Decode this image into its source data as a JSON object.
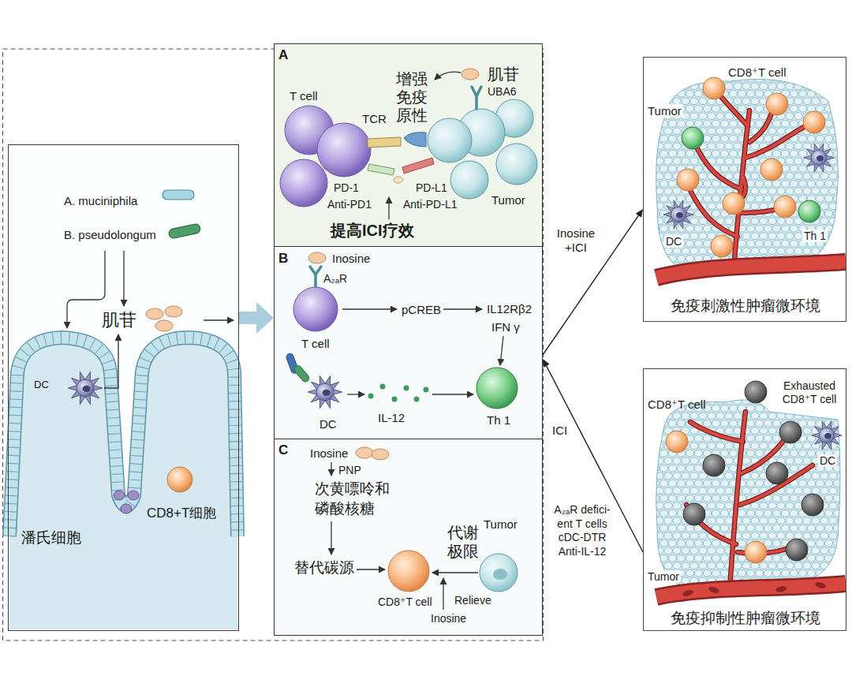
{
  "diagram": {
    "nodes": [
      {
        "text": [
          "A. muciniphila",
          "B. pseudolongum",
          "肌苷",
          "DC",
          "CD8+T细胞",
          "潘氏细胞"
        ]
      },
      {
        "text": [
          "A",
          "T cell",
          "TCR",
          "增强免疫原性",
          "肌苷",
          "UBA6",
          "PD-1",
          "PD-L1",
          "Anti-PD1",
          "Anti-PD-L1",
          "Tumor",
          "提高ICI疗效"
        ]
      },
      {
        "text": [
          "B",
          "Inosine",
          "A₂ₐR",
          "T cell",
          "pCREB",
          "IL12Rβ2",
          "IFN γ",
          "DC",
          "IL-12",
          "Th 1"
        ]
      },
      {
        "text": [
          "C",
          "Inosine",
          "PNP",
          "次黄嘌呤和磷酸核糖",
          "替代碳源",
          "代谢极限",
          "Tumor",
          "CD8⁺T cell",
          "Relieve",
          "Inosine"
        ]
      },
      {
        "text": [
          "CD8⁺T cell",
          "Tumor",
          "DC",
          "Th 1",
          "免疫刺激性肿瘤微环境"
        ]
      },
      {
        "text": [
          "CD8⁺T cell",
          "Exhausted CD8⁺T cell",
          "DC",
          "Tumor",
          "免疫抑制性肿瘤微环境"
        ]
      }
    ],
    "edges": [
      {
        "from": 0,
        "to": 2,
        "arrow": "to"
      },
      {
        "from": 2,
        "to": 4,
        "label": "Inosine +ICI",
        "arrow": "to"
      },
      {
        "from": 5,
        "to": 2,
        "label": "ICI",
        "arrow": "to"
      }
    ],
    "labels": [
      "A₂ₐR defici- ent T cells cDC-DTR Anti-IL-12"
    ]
  }
}
